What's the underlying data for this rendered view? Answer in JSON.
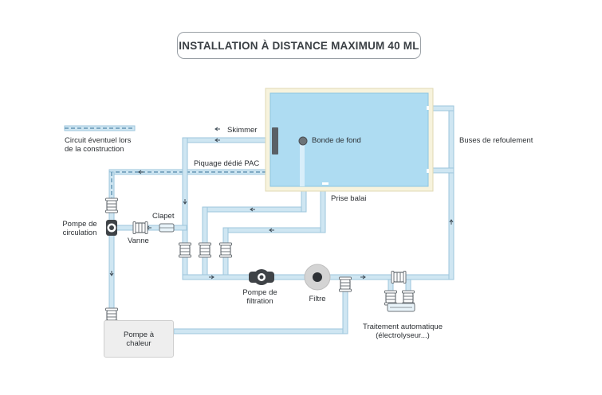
{
  "title": "INSTALLATION À DISTANCE MAXIMUM 40 ML",
  "labels": {
    "circuit_line1": "Circuit éventuel lors",
    "circuit_line2": "de la construction",
    "skimmer": "Skimmer",
    "piquage": "Piquage dédié PAC",
    "bonde": "Bonde de fond",
    "buses": "Buses de refoulement",
    "prise_balai": "Prise balai",
    "clapet": "Clapet",
    "pompe_circ_line1": "Pompe de",
    "pompe_circ_line2": "circulation",
    "vanne": "Vanne",
    "pompe_filt_line1": "Pompe de",
    "pompe_filt_line2": "filtration",
    "filtre": "Filtre",
    "traitement_line1": "Traitement automatique",
    "traitement_line2": "(électrolyseur...)",
    "pac_line1": "Pompe à",
    "pac_line2": "chaleur"
  },
  "colors": {
    "pipe_fill": "#cfe6f2",
    "pipe_border": "#9ec6dc",
    "pool_water": "#aedcf2",
    "pool_rim": "#f7f3dd",
    "dark_gray": "#3f4347",
    "light_gray": "#d4d4d4"
  }
}
